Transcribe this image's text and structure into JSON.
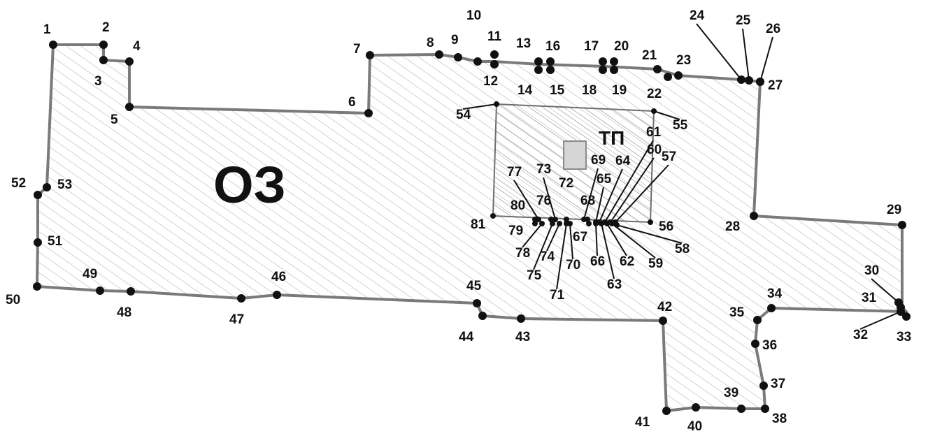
{
  "zone_label": "ОЗ",
  "substation_label": "ТП",
  "outer_vertices": [
    "1",
    "2",
    "3",
    "4",
    "5",
    "6",
    "7",
    "8",
    "9",
    "10",
    "11",
    "12",
    "13",
    "14",
    "15",
    "16",
    "17",
    "18",
    "19",
    "20",
    "21",
    "22",
    "23",
    "24",
    "25",
    "26",
    "27",
    "28",
    "29",
    "30",
    "31",
    "32",
    "33",
    "34",
    "35",
    "36",
    "37",
    "38",
    "39",
    "40",
    "41",
    "42",
    "43",
    "44",
    "45",
    "46",
    "47",
    "48",
    "49",
    "50",
    "51",
    "52",
    "53"
  ],
  "inner_vertices": [
    "54",
    "55",
    "56",
    "57",
    "58",
    "59",
    "60",
    "61",
    "62",
    "63",
    "64",
    "65",
    "66",
    "67",
    "68",
    "69",
    "70",
    "71",
    "72",
    "73",
    "74",
    "75",
    "76",
    "77",
    "78",
    "79",
    "80",
    "81"
  ]
}
